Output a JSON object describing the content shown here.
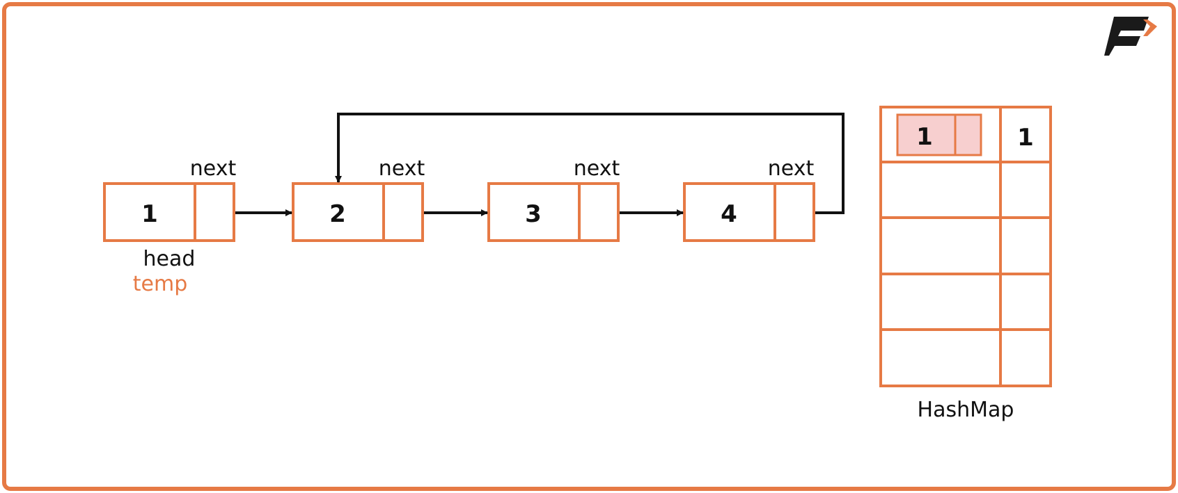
{
  "colors": {
    "accent": "#E67A45",
    "highlight_fill": "#F7CFCF",
    "line": "#111111",
    "logo_dark": "#1A1A1A"
  },
  "logo": {
    "icon": "brand-logo-icon"
  },
  "list": {
    "nodes": [
      {
        "value": "1",
        "next_label": "next"
      },
      {
        "value": "2",
        "next_label": "next"
      },
      {
        "value": "3",
        "next_label": "next"
      },
      {
        "value": "4",
        "next_label": "next"
      }
    ],
    "pointer_labels": {
      "head": "head",
      "temp": "temp"
    }
  },
  "hashmap": {
    "label": "HashMap",
    "rows": [
      {
        "key": "1",
        "value": "1"
      },
      {
        "key": "",
        "value": ""
      },
      {
        "key": "",
        "value": ""
      },
      {
        "key": "",
        "value": ""
      },
      {
        "key": "",
        "value": ""
      }
    ]
  }
}
